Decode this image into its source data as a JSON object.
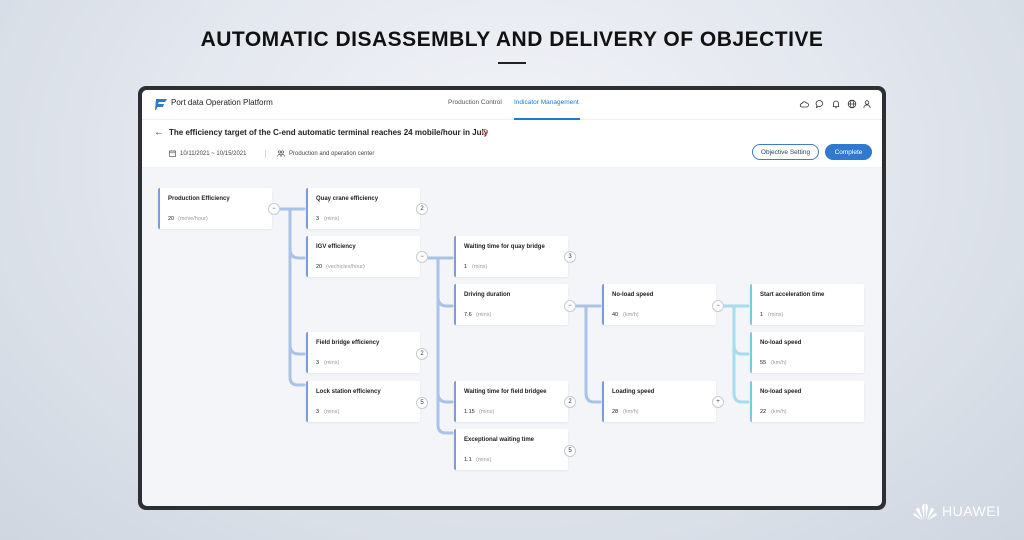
{
  "headline": "AUTOMATIC DISASSEMBLY AND DELIVERY OF OBJECTIVE",
  "app": {
    "title": "Port data Operation Platform",
    "tabs": [
      {
        "label": "Production Control",
        "active": false
      },
      {
        "label": "Indicator Management",
        "active": true
      }
    ],
    "top_icons": [
      "cloud-icon",
      "chat-icon",
      "bell-icon",
      "globe-icon",
      "user-icon"
    ]
  },
  "objective": {
    "title": "The efficiency target of the C-end automatic terminal reaches 24 mobile/hour in July",
    "date_range": "10/11/2021 ~ 10/15/2021",
    "department": "Production and operation center",
    "buttons": {
      "objective_setting": "Objective Setting",
      "complete": "Complete"
    }
  },
  "tree": {
    "root": {
      "title": "Production Efficiency",
      "value": "20",
      "unit": "(move/hour)",
      "toggle": "−"
    },
    "level1": [
      {
        "title": "Quay crane efficiency",
        "value": "3",
        "unit": "(mins)",
        "toggle": "2"
      },
      {
        "title": "IGV efficiency",
        "value": "20",
        "unit": "(vechicles/hour)",
        "toggle": "−"
      },
      {
        "title": "Field bridge efficiency",
        "value": "3",
        "unit": "(mins)",
        "toggle": "2"
      },
      {
        "title": "Lock station efficiency",
        "value": "3",
        "unit": "(mins)",
        "toggle": "5"
      }
    ],
    "level2": [
      {
        "title": "Waiting time for quay bridge",
        "value": "1",
        "unit": "(mins)",
        "toggle": "3"
      },
      {
        "title": "Driving duration",
        "value": "7.6",
        "unit": "(mins)",
        "toggle": "−"
      },
      {
        "title": "Waiting time for field bridgee",
        "value": "1.15",
        "unit": "(mins)",
        "toggle": "2"
      },
      {
        "title": "Exceptional waiting time",
        "value": "1.1",
        "unit": "(mins)",
        "toggle": "5"
      }
    ],
    "level3": [
      {
        "title": "No-load speed",
        "value": "40",
        "unit": "(km/h)",
        "toggle": "−"
      },
      {
        "title": "Loading speed",
        "value": "28",
        "unit": "(km/h)",
        "toggle": "+"
      }
    ],
    "level4": [
      {
        "title": "Start acceleration time",
        "value": "1",
        "unit": "(mins)"
      },
      {
        "title": "No-load speed",
        "value": "55",
        "unit": "(km/h)"
      },
      {
        "title": "No-load speed",
        "value": "22",
        "unit": "(km/h)"
      }
    ]
  },
  "brand": "HUAWEI",
  "colors": {
    "accent": "#2f7ad0",
    "connector_dark": "#a9c2e8",
    "connector_light": "#a8dcea"
  }
}
